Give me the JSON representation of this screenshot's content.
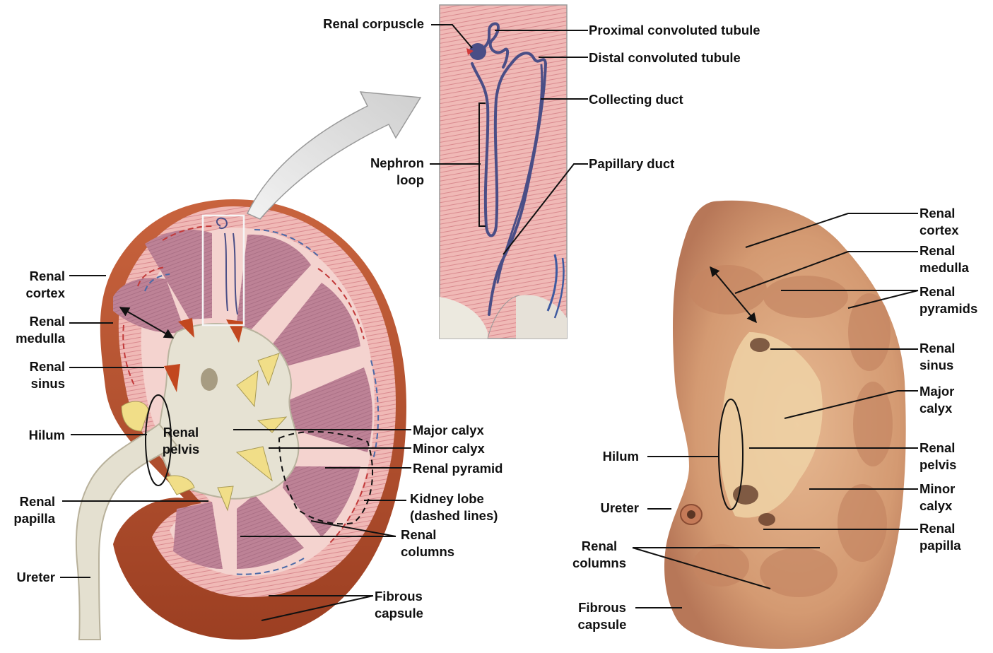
{
  "labels": {
    "renal_corpuscle": "Renal corpuscle",
    "proximal_convoluted_tubule": "Proximal convoluted tubule",
    "distal_convoluted_tubule": "Distal convoluted tubule",
    "collecting_duct": "Collecting duct",
    "nephron_loop_1": "Nephron",
    "nephron_loop_2": "loop",
    "papillary_duct": "Papillary duct",
    "left": {
      "cortex_1": "Renal",
      "cortex_2": "cortex",
      "medulla_1": "Renal",
      "medulla_2": "medulla",
      "sinus_1": "Renal",
      "sinus_2": "sinus",
      "hilum": "Hilum",
      "pelvis_1": "Renal",
      "pelvis_2": "pelvis",
      "papilla_1": "Renal",
      "papilla_2": "papilla",
      "ureter": "Ureter",
      "major_calyx": "Major calyx",
      "minor_calyx": "Minor calyx",
      "renal_pyramid": "Renal pyramid",
      "kidney_lobe_1": "Kidney lobe",
      "kidney_lobe_2": "(dashed lines)",
      "columns_1": "Renal",
      "columns_2": "columns",
      "capsule_1": "Fibrous",
      "capsule_2": "capsule"
    },
    "right": {
      "cortex_1": "Renal",
      "cortex_2": "cortex",
      "medulla_1": "Renal",
      "medulla_2": "medulla",
      "pyramids_1": "Renal",
      "pyramids_2": "pyramids",
      "sinus_1": "Renal",
      "sinus_2": "sinus",
      "major_calyx_1": "Major",
      "major_calyx_2": "calyx",
      "hilum": "Hilum",
      "pelvis_1": "Renal",
      "pelvis_2": "pelvis",
      "ureter": "Ureter",
      "minor_calyx_1": "Minor",
      "minor_calyx_2": "calyx",
      "columns_1": "Renal",
      "columns_2": "columns",
      "papilla_1": "Renal",
      "papilla_2": "papilla",
      "capsule_1": "Fibrous",
      "capsule_2": "capsule"
    }
  },
  "colors": {
    "cortex": "#f3cfca",
    "pyramid": "#b87a8e",
    "pelvis": "#e5e1d2",
    "capsule": "#b8502e",
    "ureter": "#e4e0d0",
    "fat": "#f0de8a",
    "nephron": "#4a4e86",
    "photo_tissue": "#d9a27a",
    "leader": "#111111"
  }
}
